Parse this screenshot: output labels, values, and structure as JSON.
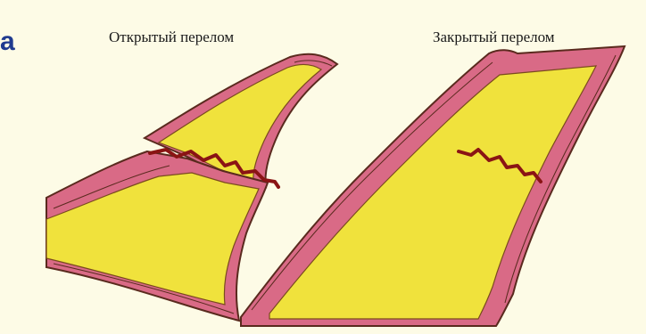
{
  "slide": {
    "edge_letter": "а"
  },
  "figures": [
    {
      "id": "open",
      "caption": "Открытый перелом"
    },
    {
      "id": "closed",
      "caption": "Закрытый перелом"
    }
  ],
  "colors": {
    "background": "#fdfbe6",
    "bone_marrow": "#f0e23c",
    "bone_cortex": "#d96a86",
    "outline": "#5a2a1e",
    "fracture_line": "#8a1414",
    "edge_text": "#1f3a8f"
  }
}
